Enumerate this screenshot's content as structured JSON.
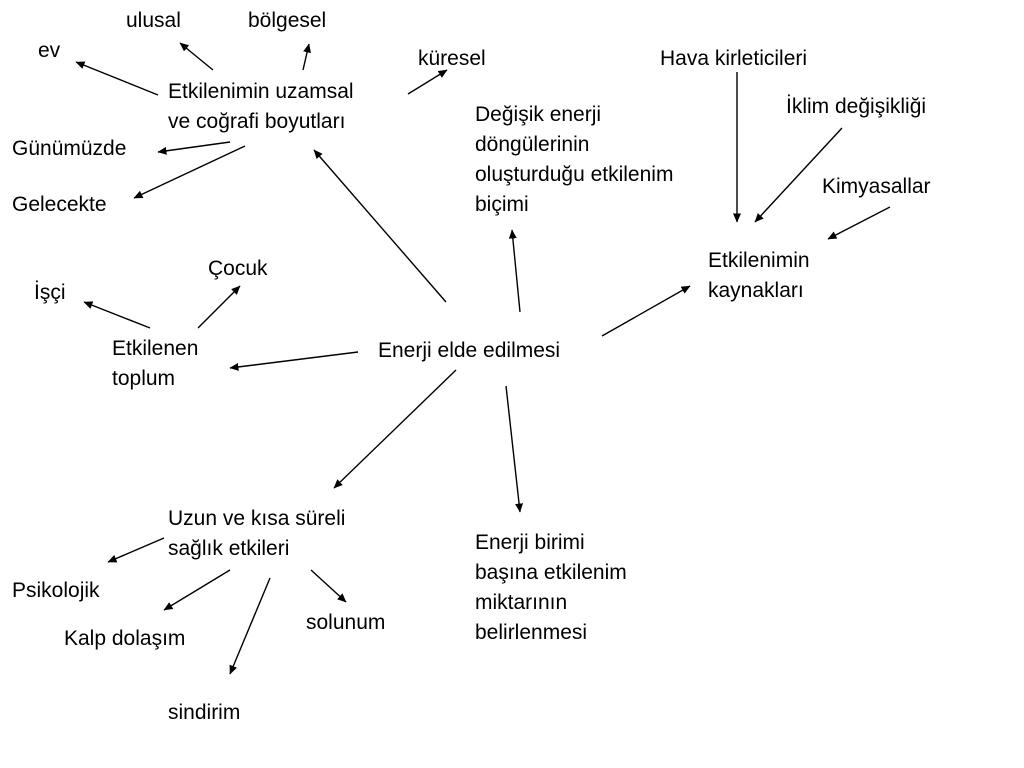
{
  "nodes": {
    "center": {
      "lines": [
        "Enerji elde edilmesi"
      ]
    },
    "spatial": {
      "lines": [
        "Etkilenimin uzamsal",
        "ve coğrafi boyutları"
      ]
    },
    "ulusal": {
      "lines": [
        "ulusal"
      ]
    },
    "bolgesel": {
      "lines": [
        "bölgesel"
      ]
    },
    "ev": {
      "lines": [
        "ev"
      ]
    },
    "kuresel": {
      "lines": [
        "küresel"
      ]
    },
    "gunumuzde": {
      "lines": [
        "Günümüzde"
      ]
    },
    "gelecekte": {
      "lines": [
        "Gelecekte"
      ]
    },
    "cycles": {
      "lines": [
        "Değişik enerji",
        "döngülerinin",
        "oluşturduğu etkilenim",
        "biçimi"
      ]
    },
    "sources": {
      "lines": [
        "Etkilenimin",
        "kaynakları"
      ]
    },
    "hava": {
      "lines": [
        "Hava kirleticileri"
      ]
    },
    "iklim": {
      "lines": [
        "İklim değişikliği"
      ]
    },
    "kimya": {
      "lines": [
        "Kimyasallar"
      ]
    },
    "society": {
      "lines": [
        "Etkilenen",
        "toplum"
      ]
    },
    "isci": {
      "lines": [
        "İşçi"
      ]
    },
    "cocuk": {
      "lines": [
        "Çocuk"
      ]
    },
    "health": {
      "lines": [
        "Uzun ve kısa süreli",
        "sağlık etkileri"
      ]
    },
    "psiko": {
      "lines": [
        "Psikolojik"
      ]
    },
    "kalp": {
      "lines": [
        "Kalp dolaşım"
      ]
    },
    "solunum": {
      "lines": [
        "solunum"
      ]
    },
    "sindirim": {
      "lines": [
        "sindirim"
      ]
    },
    "unit": {
      "lines": [
        "Enerji birimi",
        "başına etkilenim",
        "miktarının",
        "belirlenmesi"
      ]
    }
  },
  "edges": [
    [
      "center",
      "spatial"
    ],
    [
      "center",
      "cycles"
    ],
    [
      "center",
      "sources"
    ],
    [
      "center",
      "society"
    ],
    [
      "center",
      "health"
    ],
    [
      "center",
      "unit"
    ],
    [
      "spatial",
      "ulusal"
    ],
    [
      "spatial",
      "bolgesel"
    ],
    [
      "spatial",
      "ev"
    ],
    [
      "spatial",
      "kuresel"
    ],
    [
      "spatial",
      "gunumuzde"
    ],
    [
      "spatial",
      "gelecekte"
    ],
    [
      "hava",
      "sources"
    ],
    [
      "iklim",
      "sources"
    ],
    [
      "kimya",
      "sources"
    ],
    [
      "society",
      "isci"
    ],
    [
      "society",
      "cocuk"
    ],
    [
      "health",
      "psiko"
    ],
    [
      "health",
      "kalp"
    ],
    [
      "health",
      "solunum"
    ],
    [
      "health",
      "sindirim"
    ]
  ],
  "style": {
    "line_color": "#000000",
    "text_color": "#000000",
    "background": "#ffffff"
  }
}
